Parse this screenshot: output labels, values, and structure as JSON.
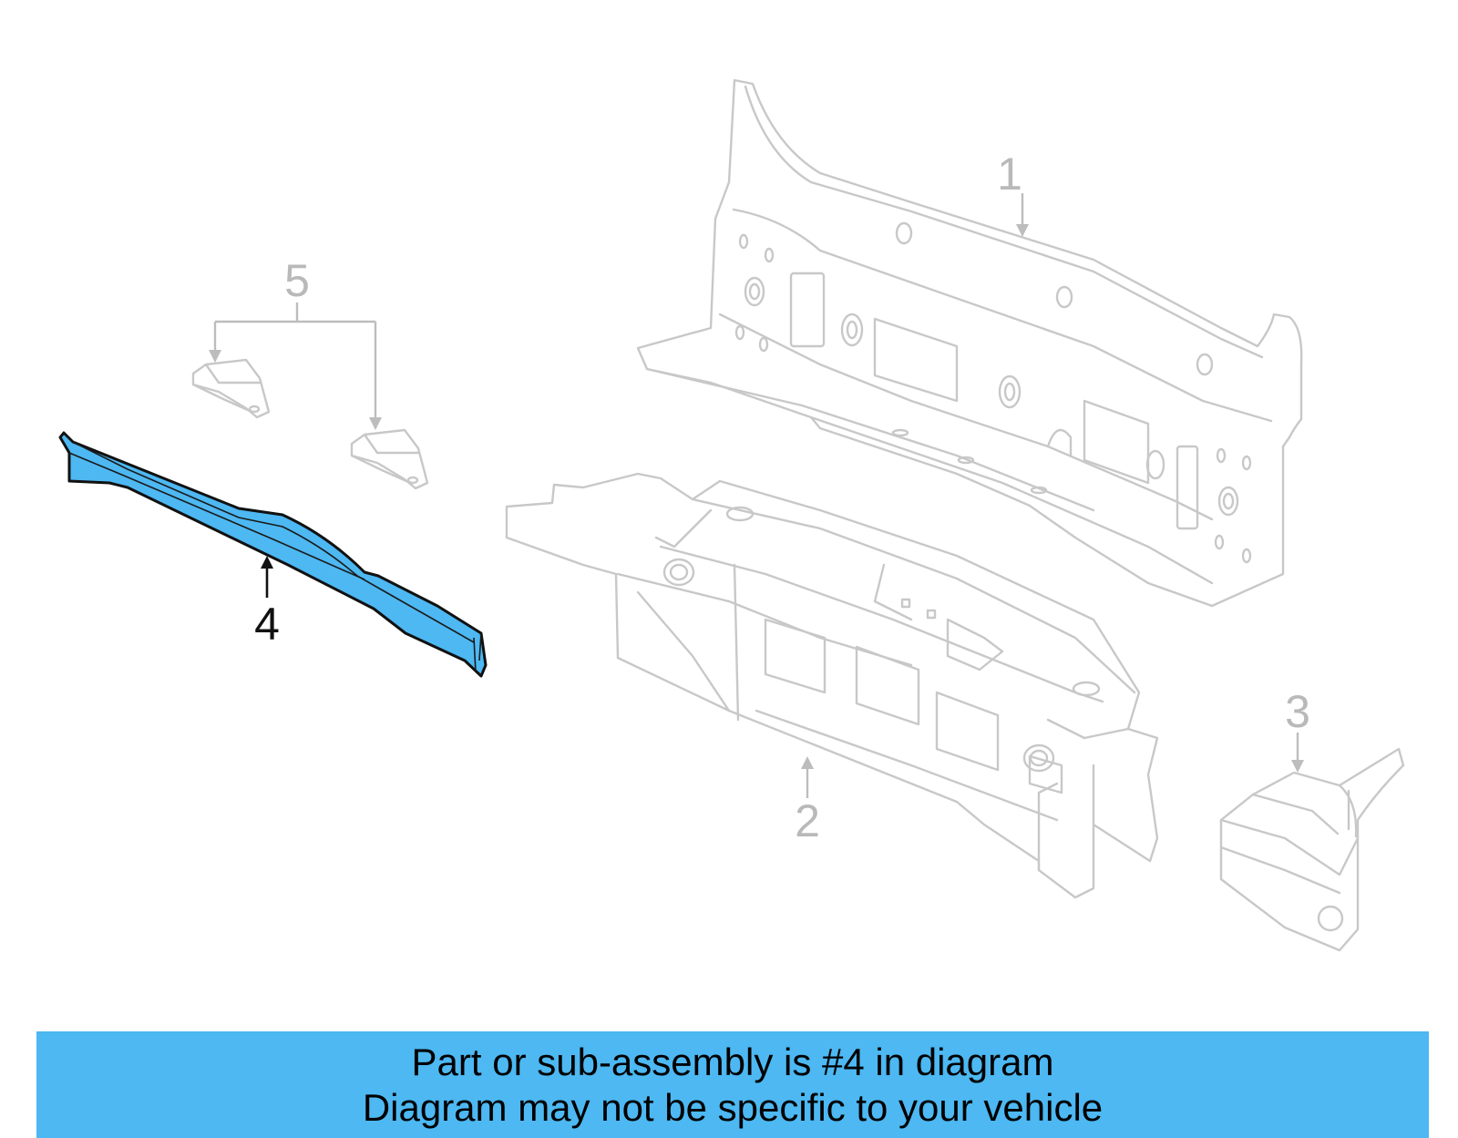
{
  "diagram": {
    "callouts": {
      "c1": "1",
      "c2": "2",
      "c3": "3",
      "c4": "4",
      "c5": "5"
    },
    "highlighted_part_callout": "4",
    "colors": {
      "highlight": "#4db8f2",
      "ghost_line": "#c8c8c8",
      "callout_gray": "#b9b9b9",
      "callout_active": "#111111"
    }
  },
  "banner": {
    "line1": "Part or sub-assembly is #4 in diagram",
    "line2": "Diagram may not be specific to your vehicle",
    "background": "#4db8f2"
  }
}
